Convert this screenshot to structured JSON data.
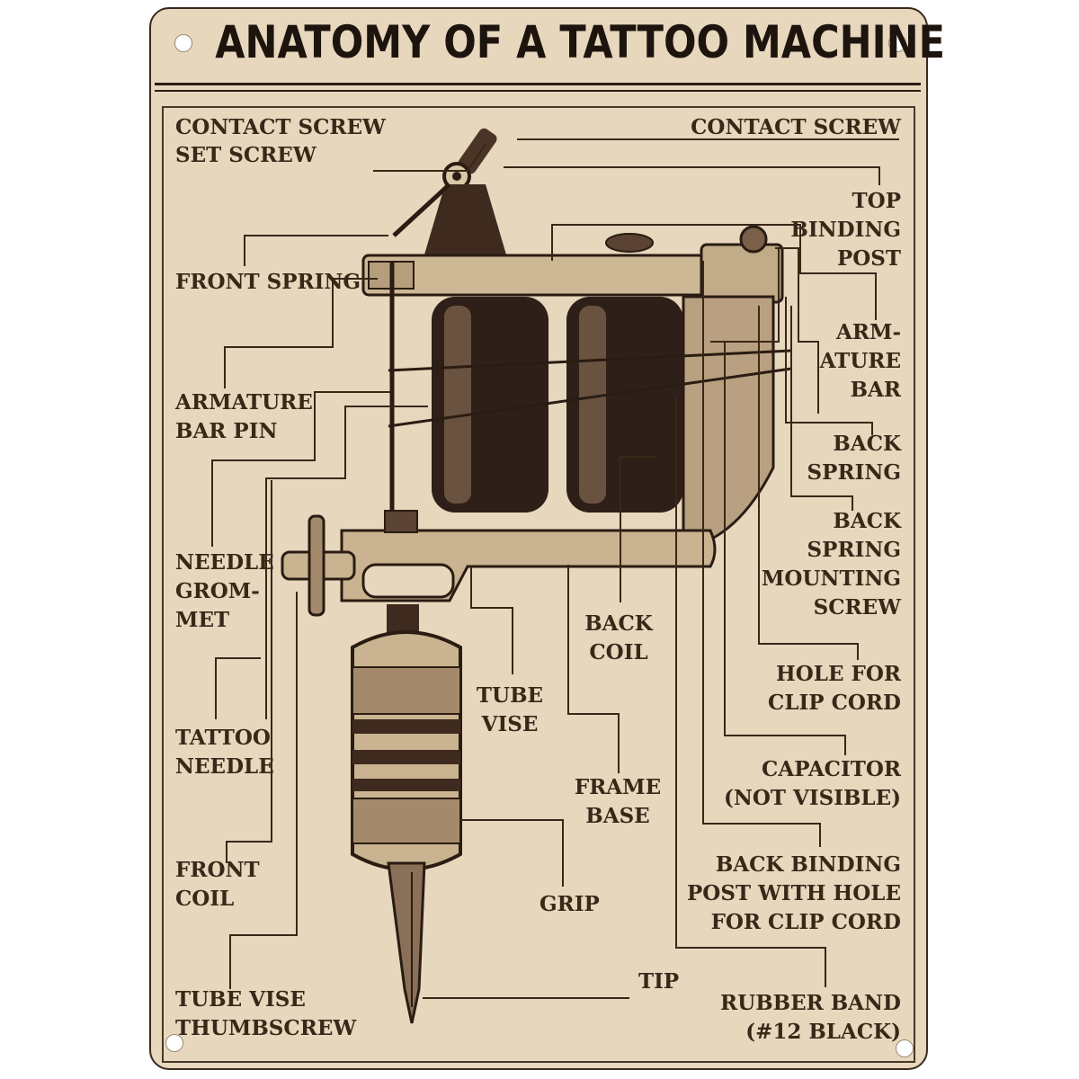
{
  "title": "ANATOMY OF A TATTOO MACHINE",
  "labels": {
    "contact_screw_left": "CONTACT SCREW",
    "set_screw": "SET SCREW",
    "contact_screw_right": "CONTACT SCREW",
    "top_binding_post": [
      "TOP",
      "BINDING",
      "POST"
    ],
    "front_spring": "FRONT SPRING",
    "armature_bar": [
      "ARM-",
      "ATURE",
      "BAR"
    ],
    "armature_bar_pin": [
      "ARMATURE",
      "BAR PIN"
    ],
    "back_spring": [
      "BACK",
      "SPRING"
    ],
    "back_spring_mounting_screw": [
      "BACK",
      "SPRING",
      "MOUNTING",
      "SCREW"
    ],
    "needle_grommet": [
      "NEEDLE",
      "GROM-",
      "MET"
    ],
    "back_coil": [
      "BACK",
      "COIL"
    ],
    "hole_for_clip_cord": [
      "HOLE FOR",
      "CLIP CORD"
    ],
    "tube_vise": [
      "TUBE",
      "VISE"
    ],
    "tattoo_needle": [
      "TATTOO",
      "NEEDLE"
    ],
    "capacitor": [
      "CAPACITOR",
      "(NOT VISIBLE)"
    ],
    "frame_base": [
      "FRAME",
      "BASE"
    ],
    "front_coil": [
      "FRONT",
      "COIL"
    ],
    "back_binding_post": [
      "BACK BINDING",
      "POST WITH HOLE",
      "FOR CLIP CORD"
    ],
    "grip": "GRIP",
    "tip": "TIP",
    "tube_vise_thumbscrew": [
      "TUBE VISE",
      "THUMBSCREW"
    ],
    "rubber_band": [
      "RUBBER BAND",
      "(#12 BLACK)"
    ]
  },
  "colors": {
    "paper": "#e6d7bd",
    "ink": "#3a2718",
    "title_ink": "#1e140e"
  }
}
